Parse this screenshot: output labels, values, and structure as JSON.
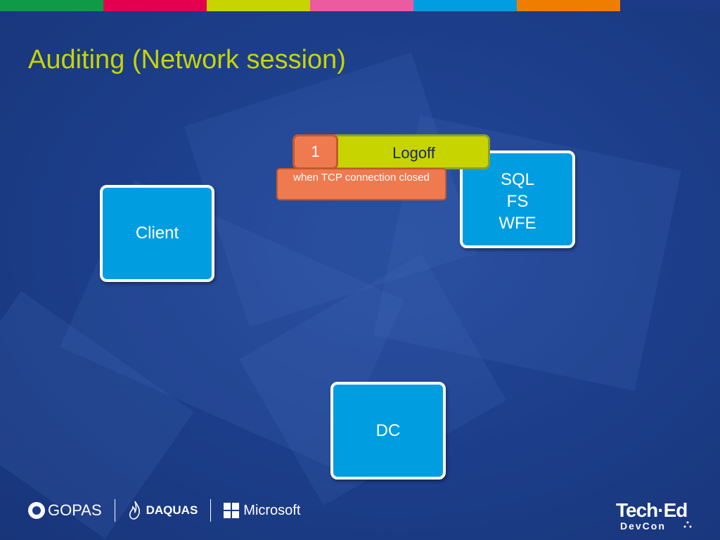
{
  "slide": {
    "title": "Auditing (Network session)"
  },
  "colors": {
    "background": "#1c3a86",
    "title": "#c8d400",
    "node_fill": "#009ee0",
    "node_border": "#ffffff",
    "logoff_fill": "#c8d400",
    "step_fill": "#ef7a50"
  },
  "top_stripe_colors": [
    "#0f9a48",
    "#e5004f",
    "#c8d400",
    "#ec5b9f",
    "#009ee0",
    "#ef7d00",
    "#1c3a86"
  ],
  "nodes": {
    "client": "Client",
    "server": [
      "SQL",
      "FS",
      "WFE"
    ],
    "dc": "DC"
  },
  "event": {
    "step": "1",
    "label": "Logoff",
    "note": "when TCP connection closed"
  },
  "footer": {
    "gopas": "GOPAS",
    "daquas": "DAQUAS",
    "microsoft": "Microsoft",
    "teched_line1": "Tech·Ed",
    "teched_line2": "DevCon"
  }
}
